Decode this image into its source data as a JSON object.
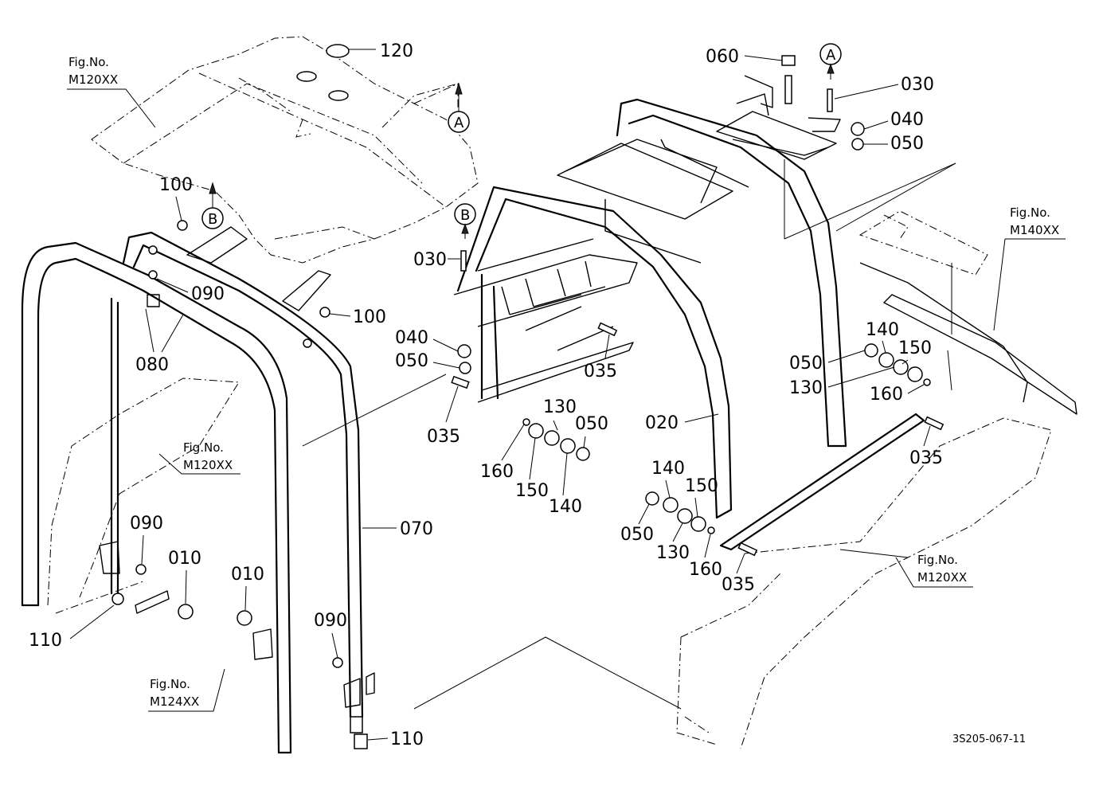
{
  "figure_refs": {
    "m120_top": {
      "line1": "Fig.No.",
      "line2": "M120XX"
    },
    "m120_left": {
      "line1": "Fig.No.",
      "line2": "M120XX"
    },
    "m124": {
      "line1": "Fig.No.",
      "line2": "M124XX"
    },
    "m140": {
      "line1": "Fig.No.",
      "line2": "M140XX"
    },
    "m120_right": {
      "line1": "Fig.No.",
      "line2": "M120XX"
    }
  },
  "ref_marks": {
    "a_top_left": "A",
    "b_left": "B",
    "b_center": "B",
    "a_top_right": "A"
  },
  "callouts": {
    "p120": "120",
    "p060": "060",
    "p030_top": "030",
    "p040_top": "040",
    "p050_top": "050",
    "p100_left": "100",
    "p030_mid": "030",
    "p090_top": "090",
    "p100_mid": "100",
    "p080": "080",
    "p040_mid": "040",
    "p050_mid": "050",
    "p035_center": "035",
    "p035_left": "035",
    "p130_mid": "130",
    "p050_mid2": "050",
    "p160_mid": "160",
    "p150_mid": "150",
    "p140_mid": "140",
    "p020": "020",
    "p140_r": "140",
    "p150_r": "150",
    "p050_r": "050",
    "p130_r": "130",
    "p160_r": "160",
    "p035_r": "035",
    "p140_low": "140",
    "p150_low": "150",
    "p050_low": "050",
    "p130_low": "130",
    "p160_low": "160",
    "p035_low": "035",
    "p090_low": "090",
    "p010_a": "010",
    "p010_b": "010",
    "p070": "070",
    "p110_left": "110",
    "p090_bottom": "090",
    "p110_bottom": "110"
  },
  "drawing_code": "3S205-067-11"
}
